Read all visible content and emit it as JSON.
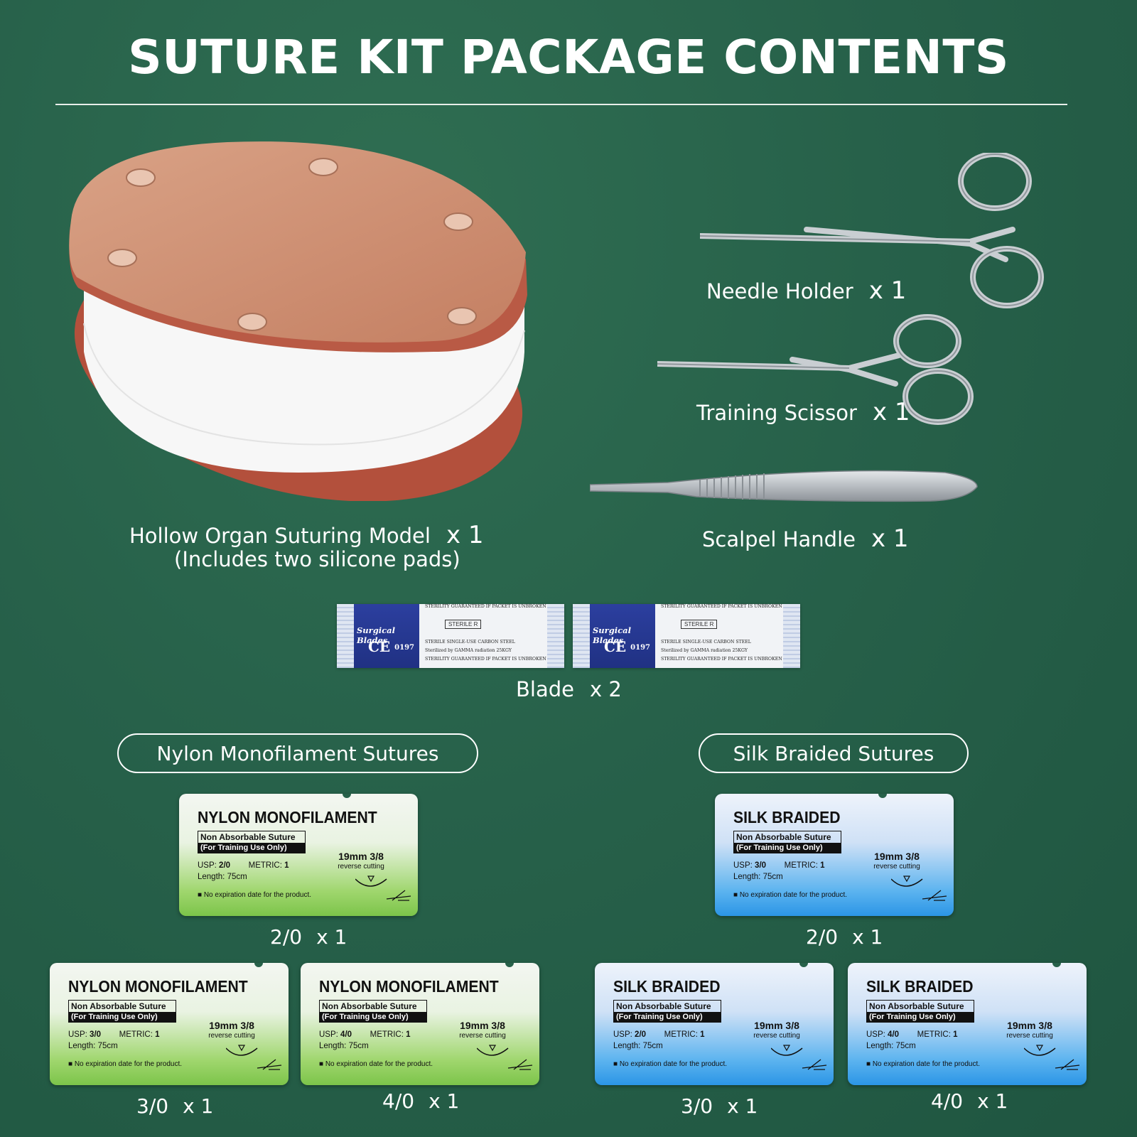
{
  "title": "SUTURE KIT PACKAGE CONTENTS",
  "items": {
    "model": {
      "label": "Hollow Organ Suturing Model",
      "qty": "x 1",
      "note": "(Includes two silicone pads)"
    },
    "needle_holder": {
      "label": "Needle Holder",
      "qty": "x 1"
    },
    "scissor": {
      "label": "Training Scissor",
      "qty": "x 1"
    },
    "scalpel": {
      "label": "Scalpel Handle",
      "qty": "x 1"
    },
    "blade": {
      "label": "Blade",
      "qty": "x 2"
    }
  },
  "blade_packet": {
    "brand": "Surgical Blades",
    "ce": "CE",
    "ce_num": "0197",
    "top_text": "STERILITY GUARANTEED IF PACKET IS UNBROKEN",
    "sterile": "STERILE R",
    "line1": "STERILE SINGLE-USE CARBON STEEL",
    "line2": "Sterilized by GAMMA radiation 25KGY",
    "line3": "STERILITY GUARANTEED IF PACKET IS UNBROKEN"
  },
  "sections": {
    "nylon": "Nylon Monofilament Sutures",
    "silk": "Silk Braided Sutures"
  },
  "packet_common": {
    "non_abs": "Non Absorbable Suture",
    "training": "(For Training Use Only)",
    "usp_label": "USP:",
    "metric_label": "METRIC:",
    "metric_value": "1",
    "length": "Length:  75cm",
    "needle": "19mm 3/8",
    "cutting": "reverse cutting",
    "expiry": "■ No expiration date for the product."
  },
  "nylon_packets": [
    {
      "name": "NYLON MONOFILAMENT",
      "usp": "2/0",
      "size": "2/0",
      "qty": "x 1"
    },
    {
      "name": "NYLON MONOFILAMENT",
      "usp": "3/0",
      "size": "3/0",
      "qty": "x 1"
    },
    {
      "name": "NYLON MONOFILAMENT",
      "usp": "4/0",
      "size": "4/0",
      "qty": "x 1"
    }
  ],
  "silk_packets": [
    {
      "name": "SILK BRAIDED",
      "usp": "3/0",
      "size": "2/0",
      "qty": "x 1"
    },
    {
      "name": "SILK BRAIDED",
      "usp": "2/0",
      "size": "3/0",
      "qty": "x 1"
    },
    {
      "name": "SILK BRAIDED",
      "usp": "4/0",
      "size": "4/0",
      "qty": "x 1"
    }
  ],
  "colors": {
    "background": "#27614a",
    "model_top": "#c98a6c",
    "model_rim": "#b95a45",
    "nylon_green": "#7cc44a",
    "silk_blue": "#2b95e6"
  }
}
